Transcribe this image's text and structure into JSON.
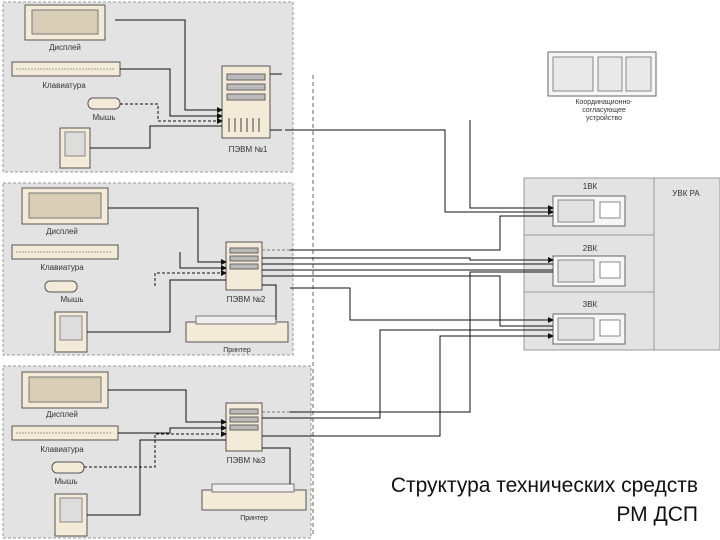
{
  "workstations": [
    {
      "pc_label": "ПЭВМ №1",
      "devices": {
        "display": "Дисплей",
        "keyboard": "Клавиатура",
        "mouse": "Мышь"
      }
    },
    {
      "pc_label": "ПЭВМ №2",
      "devices": {
        "display": "Дисплей",
        "keyboard": "Клавиатура",
        "mouse": "Мышь",
        "printer": "Принтер"
      }
    },
    {
      "pc_label": "ПЭВМ №3",
      "devices": {
        "display": "Дисплей",
        "keyboard": "Клавиатура",
        "mouse": "Мышь",
        "printer": "Принтер"
      }
    }
  ],
  "coordinator": {
    "label_line1": "Координационно-",
    "label_line2": "согласующее",
    "label_line3": "устройство"
  },
  "rack": {
    "title": "УВК РА",
    "bays": [
      "1ВК",
      "2ВК",
      "3ВК"
    ]
  },
  "caption": {
    "line1": "Структура технических средств",
    "line2": "РМ ДСП"
  },
  "colors": {
    "panel_fill": "#e3e3e3",
    "panel_border": "#9a9a9a",
    "line": "#111111",
    "dashed": "#777777"
  }
}
